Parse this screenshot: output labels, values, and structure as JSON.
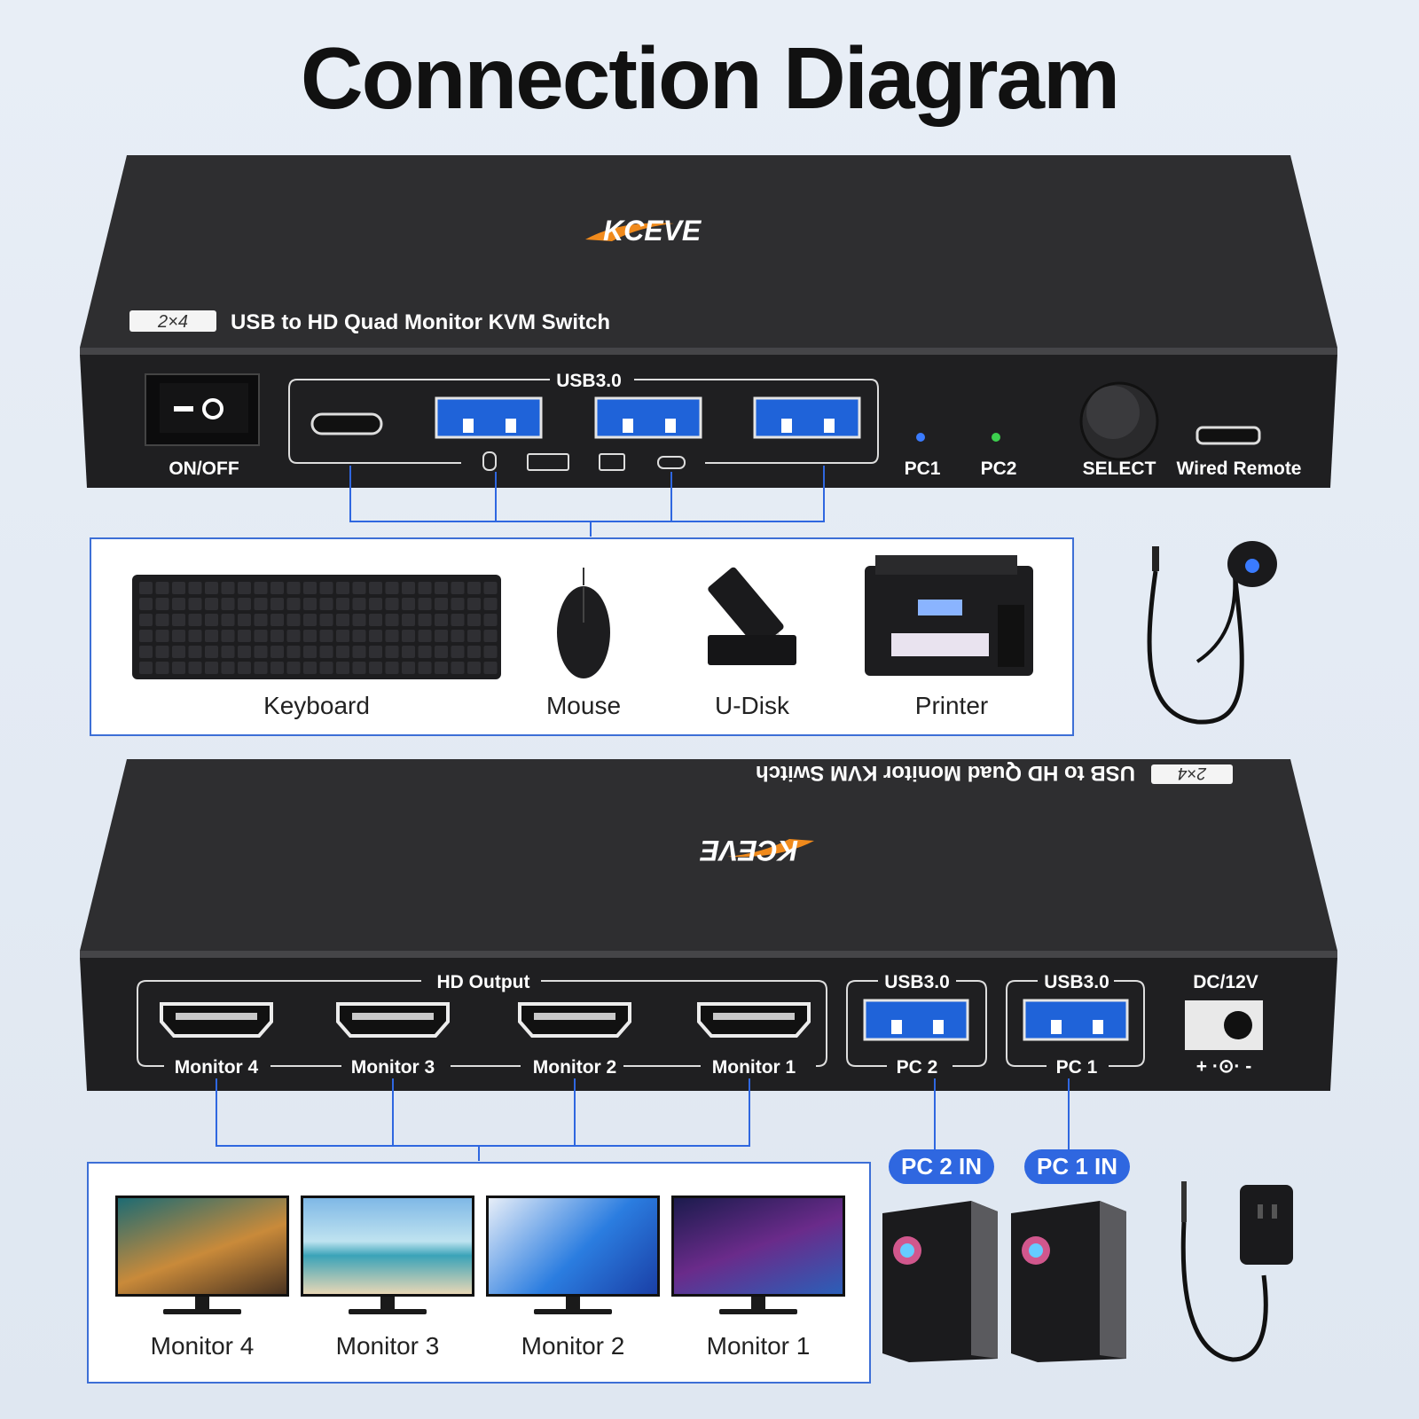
{
  "title": "Connection Diagram",
  "brand": "KCEVE",
  "product": {
    "badge": "2×4",
    "name": "USB to HD Quad Monitor KVM Switch"
  },
  "front": {
    "power_label": "ON/OFF",
    "usb_group_label": "USB3.0",
    "pc1_label": "PC1",
    "pc2_label": "PC2",
    "select_label": "SELECT",
    "remote_label": "Wired  Remote"
  },
  "peripherals": [
    {
      "label": "Keyboard"
    },
    {
      "label": "Mouse"
    },
    {
      "label": "U-Disk"
    },
    {
      "label": "Printer"
    }
  ],
  "back": {
    "hd_group_label": "HD Output",
    "ports": [
      "Monitor 4",
      "Monitor 3",
      "Monitor 2",
      "Monitor 1"
    ],
    "usb_pc2_header": "USB3.0",
    "usb_pc2_label": "PC 2",
    "usb_pc1_header": "USB3.0",
    "usb_pc1_label": "PC 1",
    "power_label": "DC/12V",
    "polarity": "+ ·⊙· -"
  },
  "monitors": [
    "Monitor 4",
    "Monitor 3",
    "Monitor 2",
    "Monitor 1"
  ],
  "pc_inputs": [
    "PC 2 IN",
    "PC 1 IN"
  ],
  "colors": {
    "accent": "#2f67e0",
    "usb_blue": "#1f63d9",
    "device": "#232325",
    "brand_orange": "#f08a1c"
  }
}
